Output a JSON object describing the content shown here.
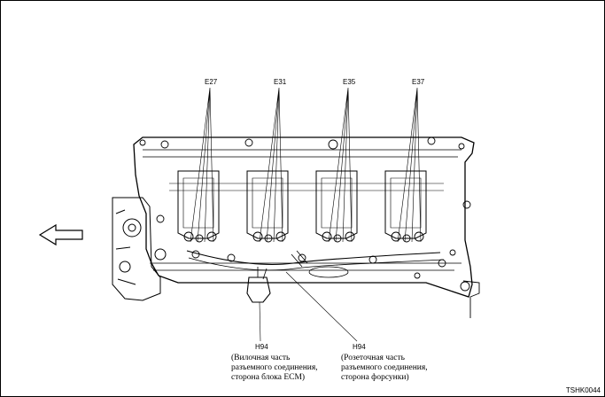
{
  "callouts": {
    "e27": "E27",
    "e31": "E31",
    "e35": "E35",
    "e37": "E37",
    "h94_left": "H94",
    "h94_right": "H94"
  },
  "notes": {
    "left": [
      "(Вилочная часть",
      "разъемного соединения,",
      "сторона блока ECM)"
    ],
    "right": [
      "(Розеточная часть",
      "разъемного соединения,",
      "сторона форсунки)"
    ]
  },
  "figure_code": "TSHK0044",
  "icons": {
    "direction": "arrow-left-outline-icon"
  }
}
